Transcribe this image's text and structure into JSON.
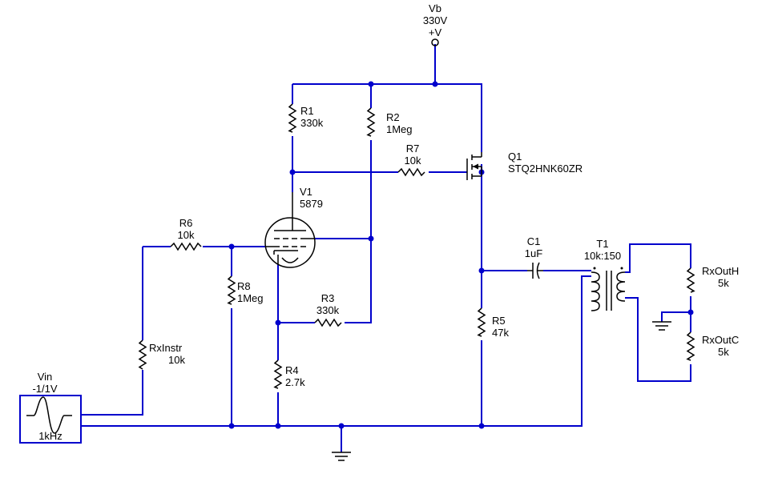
{
  "supply": {
    "name": "Vb",
    "value": "330V",
    "terminal": "+V"
  },
  "components": {
    "r1": {
      "name": "R1",
      "value": "330k"
    },
    "r2": {
      "name": "R2",
      "value": "1Meg"
    },
    "r7": {
      "name": "R7",
      "value": "10k"
    },
    "q1": {
      "name": "Q1",
      "value": "STQ2HNK60ZR"
    },
    "v1": {
      "name": "V1",
      "value": "5879"
    },
    "r6": {
      "name": "R6",
      "value": "10k"
    },
    "r8": {
      "name": "R8",
      "value": "1Meg"
    },
    "r3": {
      "name": "R3",
      "value": "330k"
    },
    "r4": {
      "name": "R4",
      "value": "2.7k"
    },
    "rxinstr": {
      "name": "RxInstr",
      "value": "10k"
    },
    "c1": {
      "name": "C1",
      "value": "1uF"
    },
    "t1": {
      "name": "T1",
      "value": "10k:150"
    },
    "r5": {
      "name": "R5",
      "value": "47k"
    },
    "rxouth": {
      "name": "RxOutH",
      "value": "5k"
    },
    "rxoutc": {
      "name": "RxOutC",
      "value": "5k"
    },
    "vin": {
      "name": "Vin",
      "value": "-1/1V",
      "freq": "1kHz"
    }
  },
  "colors": {
    "wire": "#0000cc",
    "component": "#000000",
    "background": "#ffffff"
  }
}
